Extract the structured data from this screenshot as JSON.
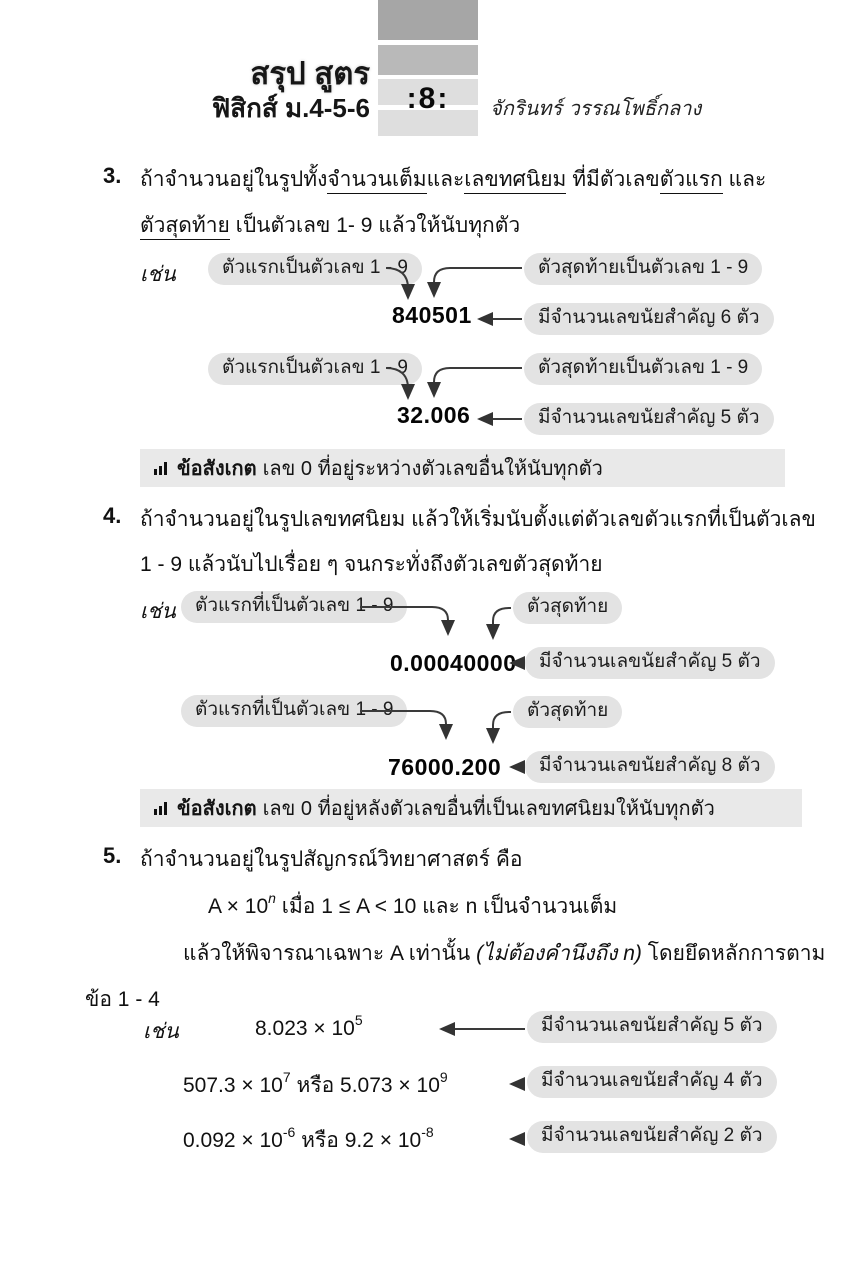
{
  "header": {
    "title_line1": "สรุป สูตร",
    "title_line2": "ฟิสิกส์ ม.4-5-6",
    "page_number": ":8:",
    "author": "จักรินทร์ วรรณโพธิ์กลาง"
  },
  "section3": {
    "number": "3.",
    "p1": "ถ้าจำนวนอยู่ในรูปทั้ง",
    "u1": "จำนวนเต็ม",
    "p2": "และ",
    "u2": "เลขทศนิยม",
    "p3": " ที่มีตัวเลข",
    "u3": "ตัวแรก",
    "p4": " และ",
    "u4": "ตัวสุดท้าย",
    "p5": " เป็นตัวเลข 1- 9 แล้วให้นับทุกตัว"
  },
  "diagram1": {
    "example_label": "เช่น",
    "first_pill": "ตัวแรกเป็นตัวเลข 1 - 9",
    "last_pill": "ตัวสุดท้ายเป็นตัวเลข 1 - 9",
    "number": "840501",
    "sig_pill": "มีจำนวนเลขนัยสำคัญ 6 ตัว"
  },
  "diagram2": {
    "first_pill": "ตัวแรกเป็นตัวเลข 1 - 9",
    "last_pill": "ตัวสุดท้ายเป็นตัวเลข 1 - 9",
    "number": "32.006",
    "sig_pill": "มีจำนวนเลขนัยสำคัญ 5 ตัว"
  },
  "note1": {
    "label": "ข้อสังเกต",
    "text": "เลข 0 ที่อยู่ระหว่างตัวเลขอื่นให้นับทุกตัว"
  },
  "section4": {
    "number": "4.",
    "line1": "ถ้าจำนวนอยู่ในรูปเลขทศนิยม แล้วให้เริ่มนับตั้งแต่ตัวเลขตัวแรกที่เป็นตัวเลข",
    "line2": "1 - 9 แล้วนับไปเรื่อย ๆ จนกระทั่งถึงตัวเลขตัวสุดท้าย"
  },
  "diagram3": {
    "example_label": "เช่น",
    "first_pill": "ตัวแรกที่เป็นตัวเลข 1 - 9",
    "last_pill": "ตัวสุดท้าย",
    "number": "0.00040000",
    "sig_pill": "มีจำนวนเลขนัยสำคัญ 5 ตัว"
  },
  "diagram4": {
    "first_pill": "ตัวแรกที่เป็นตัวเลข 1 - 9",
    "last_pill": "ตัวสุดท้าย",
    "number": "76000.200",
    "sig_pill": "มีจำนวนเลขนัยสำคัญ 8 ตัว"
  },
  "note2": {
    "label": "ข้อสังเกต",
    "text": "เลข 0 ที่อยู่หลังตัวเลขอื่นที่เป็นเลขทศนิยมให้นับทุกตัว"
  },
  "section5": {
    "number": "5.",
    "line1": "ถ้าจำนวนอยู่ในรูปสัญกรณ์วิทยาศาสตร์ คือ",
    "formula_base": "A × 10",
    "formula_sup": "n",
    "formula_rest": " เมื่อ 1 ≤ A < 10 และ n เป็นจำนวนเต็ม",
    "line3a": "แล้วให้พิจารณาเฉพาะ A เท่านั้น ",
    "line3_italic": "(ไม่ต้องคำนึงถึง n)",
    "line3b": " โดยยึดหลักการตาม",
    "line4": "ข้อ 1 - 4"
  },
  "sci_examples": {
    "label": "เช่น",
    "rows": [
      {
        "base1": "8.023 × 10",
        "sup1": "5",
        "base2": "",
        "sup2": "",
        "sig": "มีจำนวนเลขนัยสำคัญ 5 ตัว"
      },
      {
        "base1": "507.3 × 10",
        "sup1": "7",
        "base2": " หรือ 5.073 × 10",
        "sup2": "9",
        "sig": "มีจำนวนเลขนัยสำคัญ 4 ตัว"
      },
      {
        "base1": "0.092 × 10",
        "sup1": "-6",
        "base2": " หรือ 9.2 × 10",
        "sup2": "-8",
        "sig": "มีจำนวนเลขนัยสำคัญ 2 ตัว"
      }
    ]
  }
}
